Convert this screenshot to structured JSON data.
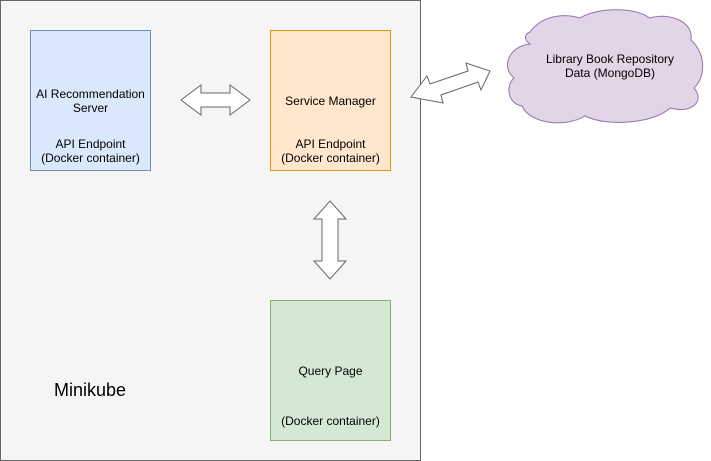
{
  "cluster": {
    "label": "Minikube"
  },
  "nodes": {
    "ai_server": {
      "title_line1": "AI Recommendation",
      "title_line2": "Server",
      "sub_line1": "API Endpoint",
      "sub_line2": "(Docker container)"
    },
    "service_manager": {
      "title": "Service Manager",
      "sub_line1": "API Endpoint",
      "sub_line2": "(Docker container)"
    },
    "query_page": {
      "title": "Query Page",
      "sub": "(Docker container)"
    },
    "repository": {
      "line1": "Library Book Repository",
      "line2": "Data (MongoDB)"
    }
  },
  "colors": {
    "cluster_fill": "#f5f5f5",
    "ai_fill": "#dae8fc",
    "ai_stroke": "#6c8ebf",
    "sm_fill": "#ffe6cc",
    "sm_stroke": "#d79b00",
    "qp_fill": "#d5e8d4",
    "qp_stroke": "#82b366",
    "cloud_fill": "#e1d5e7",
    "cloud_stroke": "#9673a6",
    "arrow_stroke": "#666666"
  }
}
